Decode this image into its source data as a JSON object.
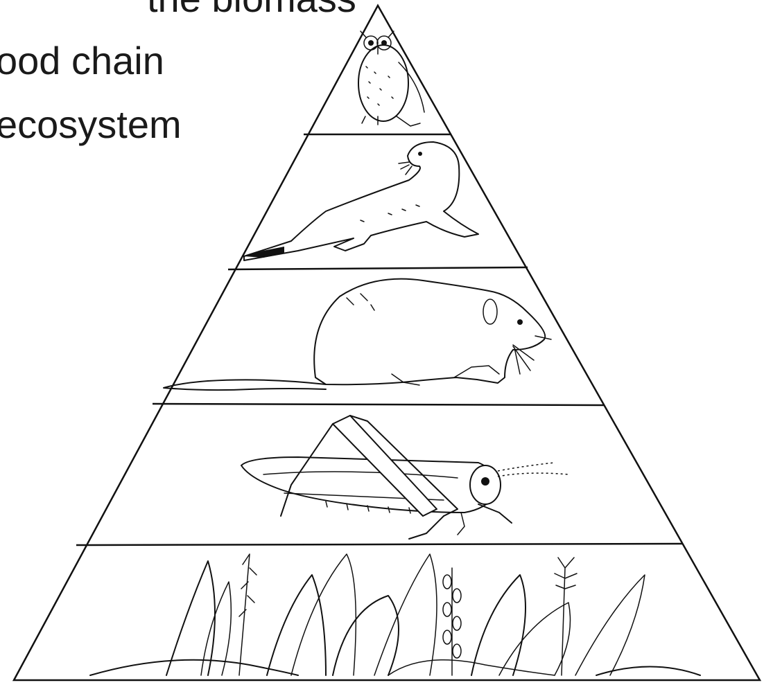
{
  "text": {
    "line1": "the biomass",
    "line2": "ood chain",
    "line3": "ecosystem"
  },
  "pyramid_levels": [
    {
      "organism": "owl-icon"
    },
    {
      "organism": "weasel-icon"
    },
    {
      "organism": "rodent-icon"
    },
    {
      "organism": "grasshopper-icon"
    },
    {
      "organism": "grass-plants-icon"
    }
  ]
}
